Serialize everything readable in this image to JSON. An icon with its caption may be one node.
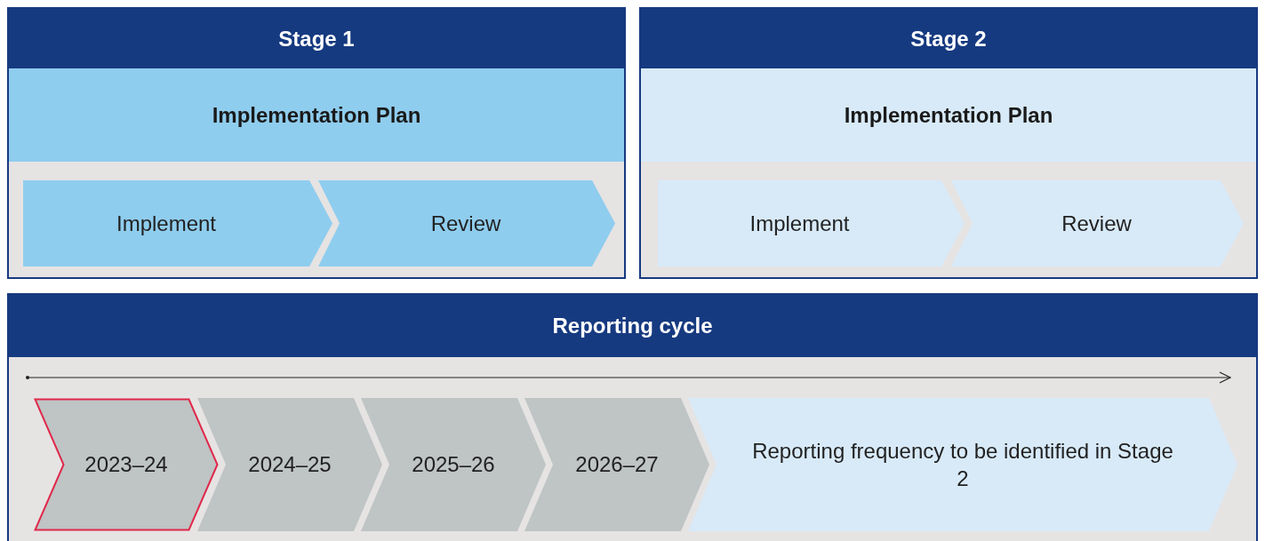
{
  "diagram": {
    "nodes": [
      {
        "text": [
          "Stage 1"
        ]
      },
      {
        "text": [
          "Implementation Plan"
        ],
        "in": 0
      },
      {
        "text": [
          "Implement"
        ],
        "in": 0
      },
      {
        "text": [
          "Review"
        ],
        "in": 0
      },
      {
        "text": [
          "Stage 2"
        ]
      },
      {
        "text": [
          "Implementation Plan"
        ],
        "in": 4
      },
      {
        "text": [
          "Implement"
        ],
        "in": 4
      },
      {
        "text": [
          "Review"
        ],
        "in": 4
      },
      {
        "text": [
          "Reporting cycle"
        ]
      },
      {
        "text": [
          "2023–24"
        ],
        "in": 8
      },
      {
        "text": [
          "2024–25"
        ],
        "in": 8
      },
      {
        "text": [
          "2025–26"
        ],
        "in": 8
      },
      {
        "text": [
          "2026–27"
        ],
        "in": 8
      },
      {
        "text": [
          "Reporting frequency to be identified in Stage 2"
        ],
        "in": 8
      }
    ],
    "edges": []
  }
}
